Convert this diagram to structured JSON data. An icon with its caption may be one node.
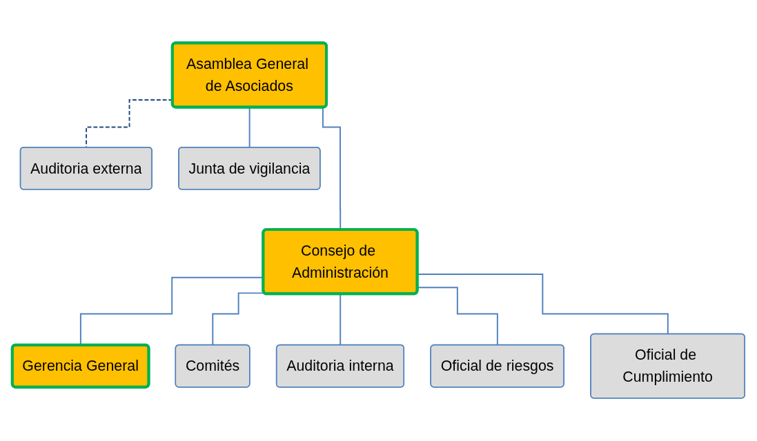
{
  "diagram": {
    "nodes": [
      {
        "text": [
          "Asamblea General de Asociados"
        ]
      },
      {
        "text": [
          "Auditoria externa"
        ]
      },
      {
        "text": [
          "Junta de vigilancia"
        ]
      },
      {
        "text": [
          "Consejo de Administración"
        ]
      },
      {
        "text": [
          "Auditoria interna"
        ]
      },
      {
        "text": [
          "Comités"
        ]
      },
      {
        "text": [
          "Oficial de riesgos"
        ]
      },
      {
        "text": [
          "Gerencia General"
        ]
      },
      {
        "text": [
          "Oficial de Cumplimiento"
        ]
      }
    ],
    "edges": [
      {
        "from": 0,
        "to": 3,
        "arrow": "none"
      },
      {
        "from": 0,
        "to": 1,
        "arrow": "none",
        "style": "dashed",
        "color": "#1f497d"
      },
      {
        "from": 0,
        "to": 2,
        "arrow": "none"
      },
      {
        "from": 3,
        "to": 7,
        "arrow": "none"
      },
      {
        "from": 3,
        "to": 5,
        "arrow": "none"
      },
      {
        "from": 3,
        "to": 4,
        "arrow": "none"
      },
      {
        "from": 3,
        "to": 6,
        "arrow": "none"
      },
      {
        "from": 3,
        "to": 8,
        "arrow": "none"
      }
    ]
  }
}
